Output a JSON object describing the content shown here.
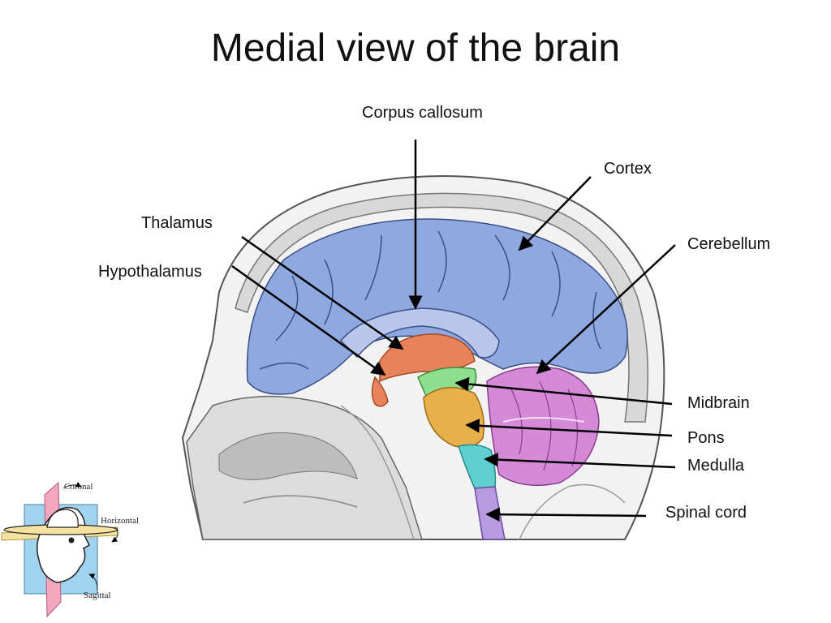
{
  "title": "Medial view of the brain",
  "labels": {
    "corpus_callosum": "Corpus callosum",
    "cortex": "Cortex",
    "thalamus": "Thalamus",
    "hypothalamus": "Hypothalamus",
    "cerebellum": "Cerebellum",
    "midbrain": "Midbrain",
    "pons": "Pons",
    "medulla": "Medulla",
    "spinal_cord": "Spinal cord"
  },
  "planes": {
    "coronal": "Coronal",
    "horizontal": "Horizontal",
    "sagittal": "Sagittal"
  },
  "colors": {
    "cortex": "#8fa8e0",
    "thalamus": "#e8825a",
    "cerebellum": "#d58ad8",
    "midbrain": "#8ee08e",
    "pons": "#e8b04a",
    "medulla": "#5fd0cf",
    "spinal_cord": "#b89ae0",
    "coronal_plane": "#f4a8bf",
    "sagittal_plane": "#9fd3ee",
    "horizontal_plane": "#f5e2a0"
  }
}
